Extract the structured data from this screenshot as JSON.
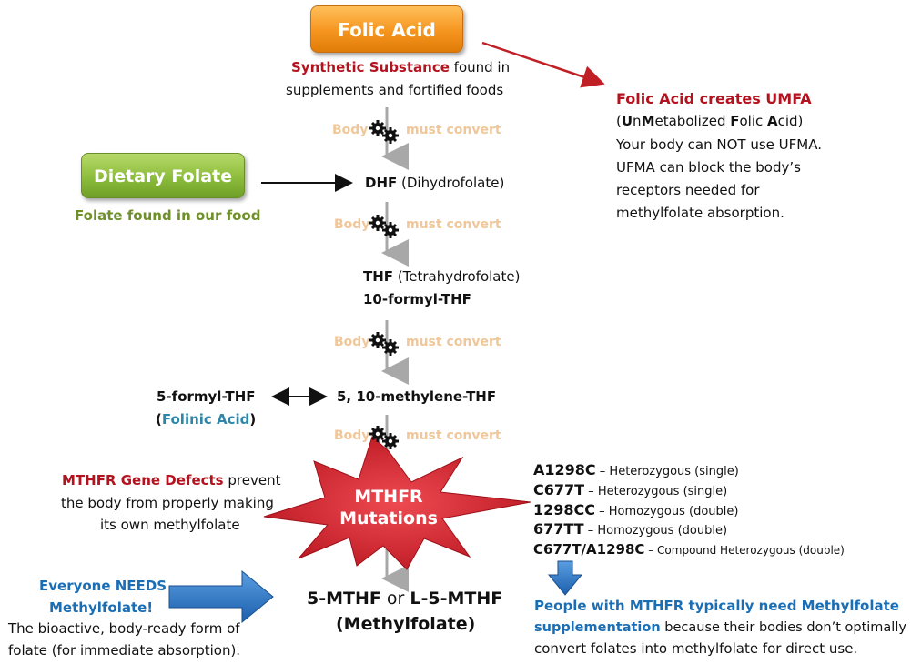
{
  "folic_acid": {
    "button": "Folic Acid",
    "line1_highlight": "Synthetic Substance",
    "line1_rest": " found in",
    "line2": "supplements and fortified foods"
  },
  "convert": {
    "left": "Body",
    "right": "must convert"
  },
  "umfa": {
    "title": "Folic Acid creates UMFA",
    "sub_open": "(",
    "sub_u": "U",
    "sub_n": "n",
    "sub_m": "M",
    "sub_etab": "etabolized ",
    "sub_f": "F",
    "sub_olic": "olic ",
    "sub_a": "A",
    "sub_cid": "cid)",
    "lines": [
      "Your body can NOT use UFMA.",
      "UFMA can block the body’s",
      "receptors needed for",
      "methylfolate absorption."
    ]
  },
  "dietary": {
    "button": "Dietary Folate",
    "caption": "Folate found in our food"
  },
  "dhf": {
    "abbr": "DHF",
    "name": " (Dihydrofolate)"
  },
  "thf": {
    "abbr": "THF",
    "name": " (Tetrahydrofolate)",
    "line2": "10-formyl-THF"
  },
  "formyl5": {
    "line1": "5-formyl-THF",
    "open": "(",
    "folinic": "Folinic Acid",
    "close": ")"
  },
  "methylene": "5, 10-methylene-THF",
  "mthfr_defects": {
    "highlight": "MTHFR Gene Defects",
    "rest1": " prevent",
    "line2": "the body from properly making",
    "line3": "its own methylfolate"
  },
  "starburst": {
    "line1": "MTHFR",
    "line2": "Mutations"
  },
  "mutations": [
    {
      "code": "A1298C",
      "desc": " – Heterozygous (single)"
    },
    {
      "code": "C677T",
      "desc": " – Heterozygous (single)"
    },
    {
      "code": "1298CC",
      "desc": " – Homozygous (double)"
    },
    {
      "code": "677TT",
      "desc": " – Homozygous (double)"
    },
    {
      "code": "C677T/A1298C",
      "desc": " – Compound Heterozygous (double)"
    }
  ],
  "everyone": {
    "line1": "Everyone NEEDS",
    "line2": "Methylfolate!",
    "line3": "The bioactive, body-ready form of",
    "line4": "folate (for immediate absorption)."
  },
  "final": {
    "a": "5-MTHF",
    "or": " or ",
    "b": "L-5-MTHF",
    "line2": "(Methylfolate)"
  },
  "people": {
    "line1": "People with MTHFR typically need Methylfolate",
    "line2_highlight": "supplementation",
    "line2_rest": " because their bodies don’t optimally",
    "line3": "convert folates into methylfolate for direct use."
  },
  "colors": {
    "orange": "#f5951f",
    "green": "#8dbd3c",
    "red": "#b3121f",
    "blue": "#1a6eb5",
    "teal": "#2f86a8",
    "starburst": "#d9232d"
  }
}
